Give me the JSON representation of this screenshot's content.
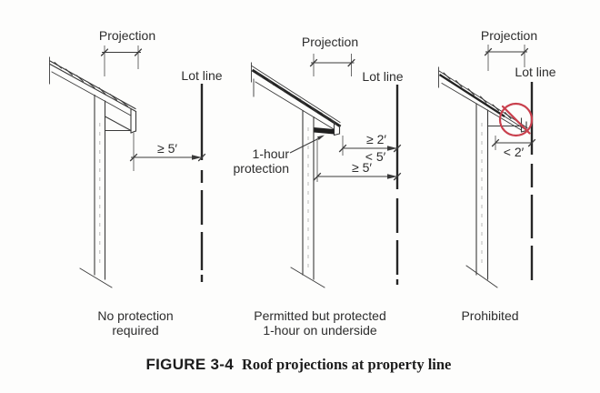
{
  "figure_caption": {
    "label": "FIGURE 3-4",
    "title": "Roof projections at property line"
  },
  "colors": {
    "line": "#3a3a3a",
    "text": "#2d2d2d",
    "prohibited_red": "#c9404d",
    "paper": "#fdfdfc",
    "protection_fill": "#1f1f1f"
  },
  "diagrams": [
    {
      "name": "no-protection-required",
      "projection_label": "Projection",
      "lot_line_label": "Lot line",
      "dims": {
        "wall_to_lot": "≥ 5′"
      },
      "caption": [
        "No protection",
        "required"
      ]
    },
    {
      "name": "permitted-with-protection",
      "projection_label": "Projection",
      "lot_line_label": "Lot line",
      "protection_label": [
        "1-hour",
        "protection"
      ],
      "dims": {
        "eave_to_lot_min": "≥ 2′",
        "eave_to_lot_max": "< 5′",
        "wall_to_lot": "≥ 5′"
      },
      "caption": [
        "Permitted but protected",
        "1-hour on underside"
      ]
    },
    {
      "name": "prohibited",
      "projection_label": "Projection",
      "lot_line_label": "Lot line",
      "dims": {
        "eave_to_lot": "< 2′"
      },
      "caption": [
        "Prohibited"
      ]
    }
  ]
}
